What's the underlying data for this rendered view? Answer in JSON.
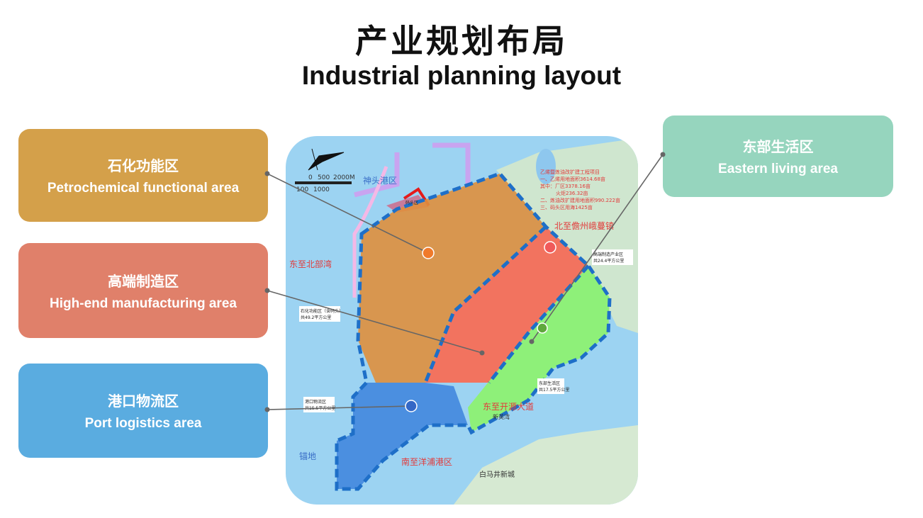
{
  "title": {
    "cn": "产业规划布局",
    "en": "Industrial planning layout"
  },
  "zones": [
    {
      "cn": "石化功能区",
      "en": "Petrochemical functional area",
      "color": "#D4A04A"
    },
    {
      "cn": "高端制造区",
      "en": "High-end manufacturing area",
      "color": "#E0806A"
    },
    {
      "cn": "港口物流区",
      "en": "Port logistics area",
      "color": "#5AACE0"
    },
    {
      "cn": "东部生活区",
      "en": "Eastern living area",
      "color": "#96D5BE"
    }
  ],
  "map": {
    "scale": {
      "t0": "0",
      "t1": "500",
      "t2": "2000M",
      "b1": "100",
      "b2": "1000"
    },
    "labels": {
      "shentou": "神头港区",
      "beibu": "东至北部湾",
      "danzhou": "北至儋州峨蔓镇",
      "kaiyuan": "东至开源大道",
      "xinying": "新英湾",
      "yangpu": "南至洋浦港区",
      "anchor": "锚地",
      "baimajing": "白马井新城",
      "wharf": "码头区"
    },
    "project": [
      "乙烯暨炼油改扩建工程项目",
      "一、乙烯用地面积3614.68亩",
      "其中：厂区3378.16亩",
      "火炬236.32亩",
      "二、炼油改扩建用地面积990.222亩",
      "三、码头区用海1425亩"
    ],
    "callouts": {
      "petro": [
        "石化功能区（含码头）",
        "共49.2平方公里"
      ],
      "high": [
        "高端制造产业区",
        "共24.4平方公里"
      ],
      "port": [
        "港口物流区",
        "共15.5平方公里"
      ],
      "east": [
        "东部生活区",
        "共17.5平方公里"
      ]
    }
  }
}
